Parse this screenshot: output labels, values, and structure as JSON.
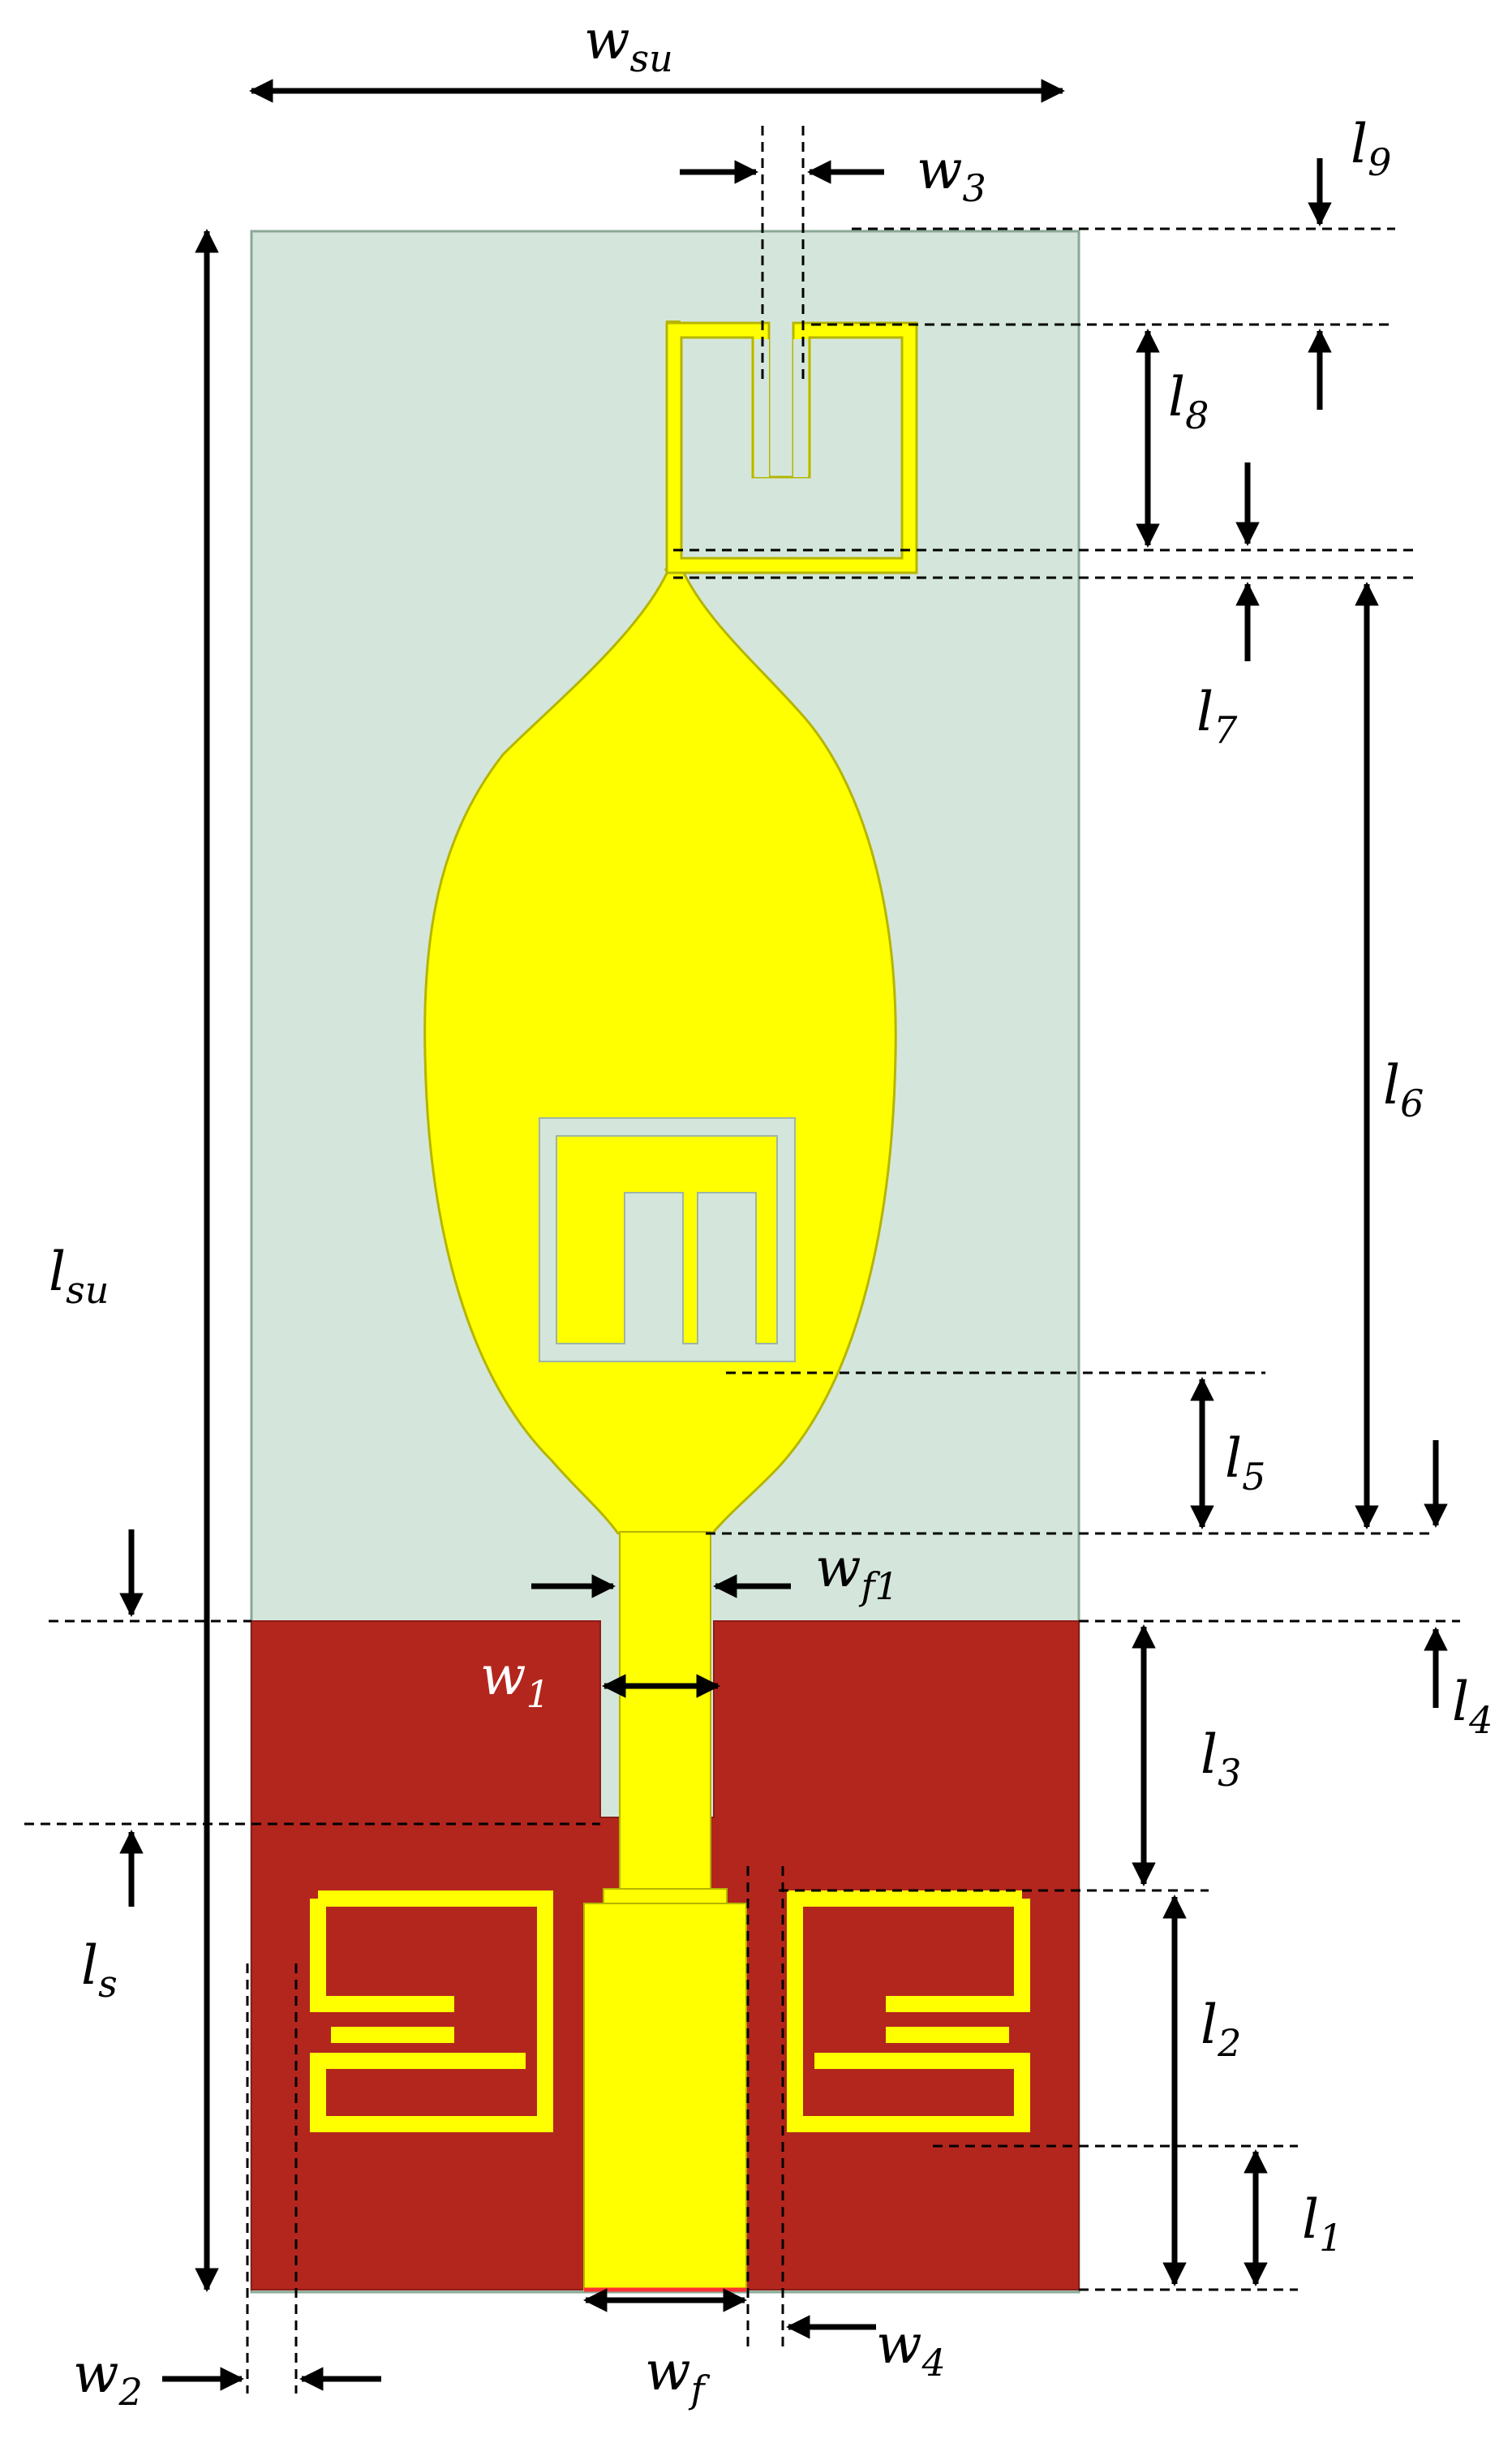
{
  "colors": {
    "substrate": "#d4e6dc",
    "ground": "#b3261e",
    "copper": "#ffff00",
    "copper_outline": "#b5b500",
    "annotation": "#000000",
    "label_on_ground": "#ffffff"
  },
  "labels": {
    "w_su": {
      "base": "w",
      "sub": "su"
    },
    "w_3": {
      "base": "w",
      "sub": "3"
    },
    "l_9": {
      "base": "l",
      "sub": "9"
    },
    "l_8": {
      "base": "l",
      "sub": "8"
    },
    "l_7": {
      "base": "l",
      "sub": "7"
    },
    "l_6": {
      "base": "l",
      "sub": "6"
    },
    "l_5": {
      "base": "l",
      "sub": "5"
    },
    "l_su": {
      "base": "l",
      "sub": "su"
    },
    "w_f1": {
      "base": "w",
      "sub": "f1"
    },
    "w_1": {
      "base": "w",
      "sub": "1"
    },
    "l_4": {
      "base": "l",
      "sub": "4"
    },
    "l_3": {
      "base": "l",
      "sub": "3"
    },
    "l_s": {
      "base": "l",
      "sub": "s"
    },
    "l_2": {
      "base": "l",
      "sub": "2"
    },
    "l_1": {
      "base": "l",
      "sub": "1"
    },
    "w_2": {
      "base": "w",
      "sub": "2"
    },
    "w_f": {
      "base": "w",
      "sub": "f"
    },
    "w_4": {
      "base": "w",
      "sub": "4"
    }
  }
}
